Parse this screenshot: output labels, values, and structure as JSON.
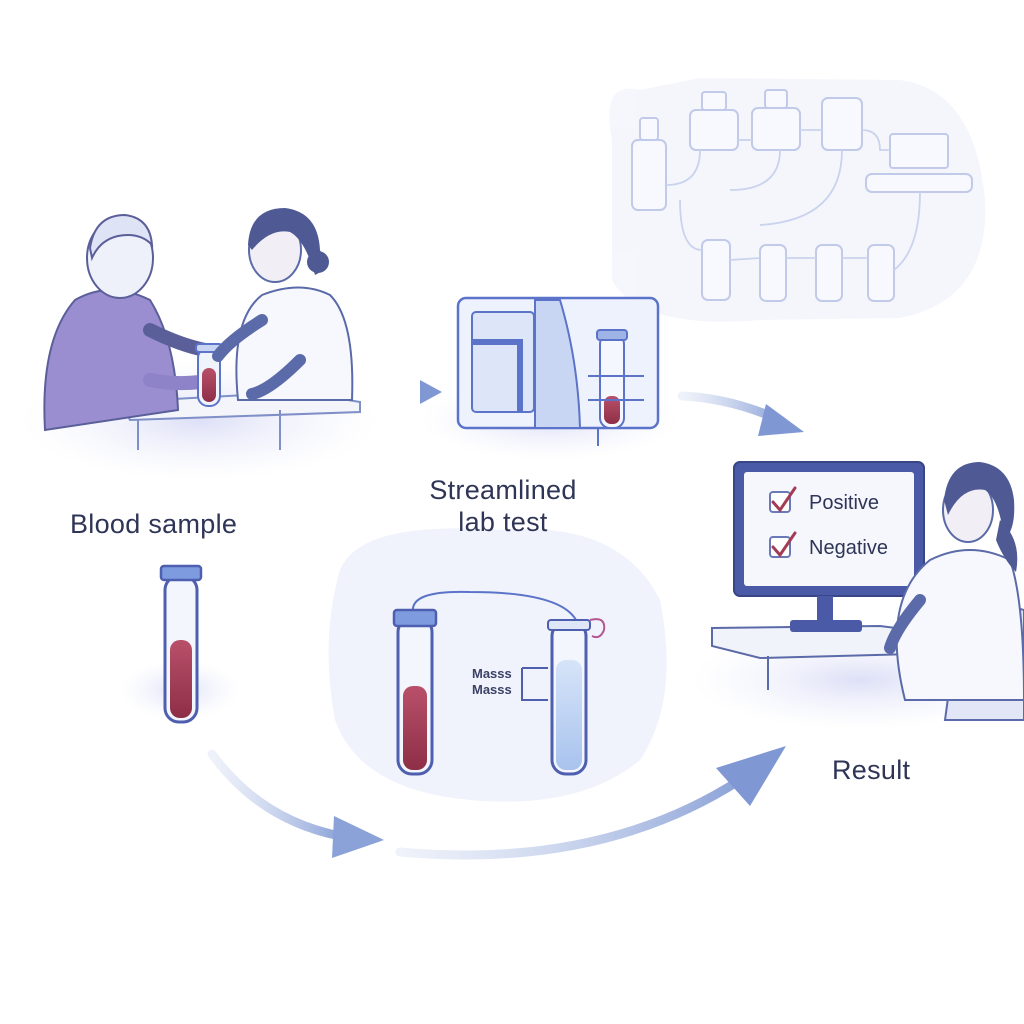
{
  "steps": {
    "blood_sample": "Blood sample",
    "lab_test_line1": "Streamlined",
    "lab_test_line2": "lab test",
    "result": "Result"
  },
  "monitor": {
    "positive": "Positive",
    "negative": "Negative"
  },
  "mass_spec": {
    "label_1": "Masss",
    "label_2": "Masss"
  },
  "colors": {
    "ink": "#2f3557",
    "accent_blue": "#5b73c9",
    "blood": "#a33d55",
    "patient_shirt": "#8e82c8",
    "check": "#a33d55"
  }
}
